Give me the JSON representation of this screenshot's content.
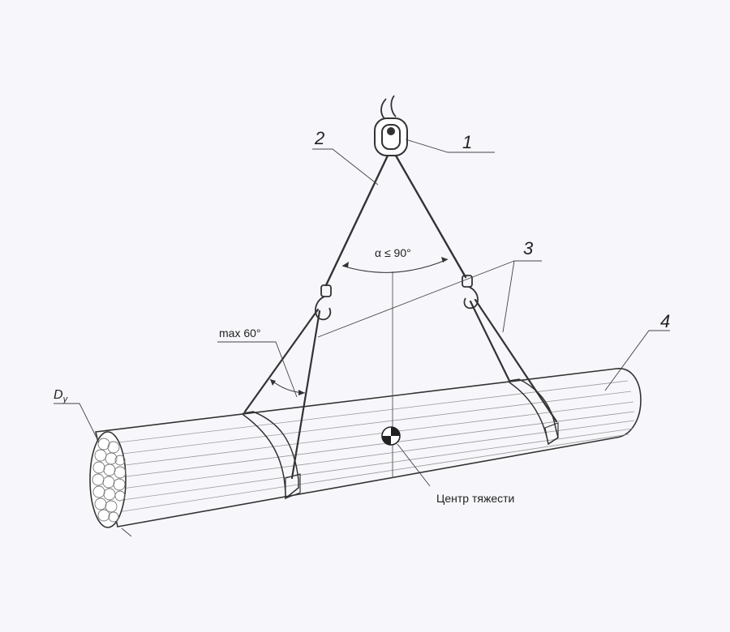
{
  "callouts": {
    "c1": "1",
    "c2": "2",
    "c3": "3",
    "c4": "4"
  },
  "labels": {
    "angle_top": "α ≤ 90°",
    "angle_side": "max 60°",
    "center_of_gravity": "Центр тяжести",
    "diameter_main": "D",
    "diameter_sub": "у"
  },
  "colors": {
    "background": "#f7f7fb",
    "line": "#333333"
  }
}
